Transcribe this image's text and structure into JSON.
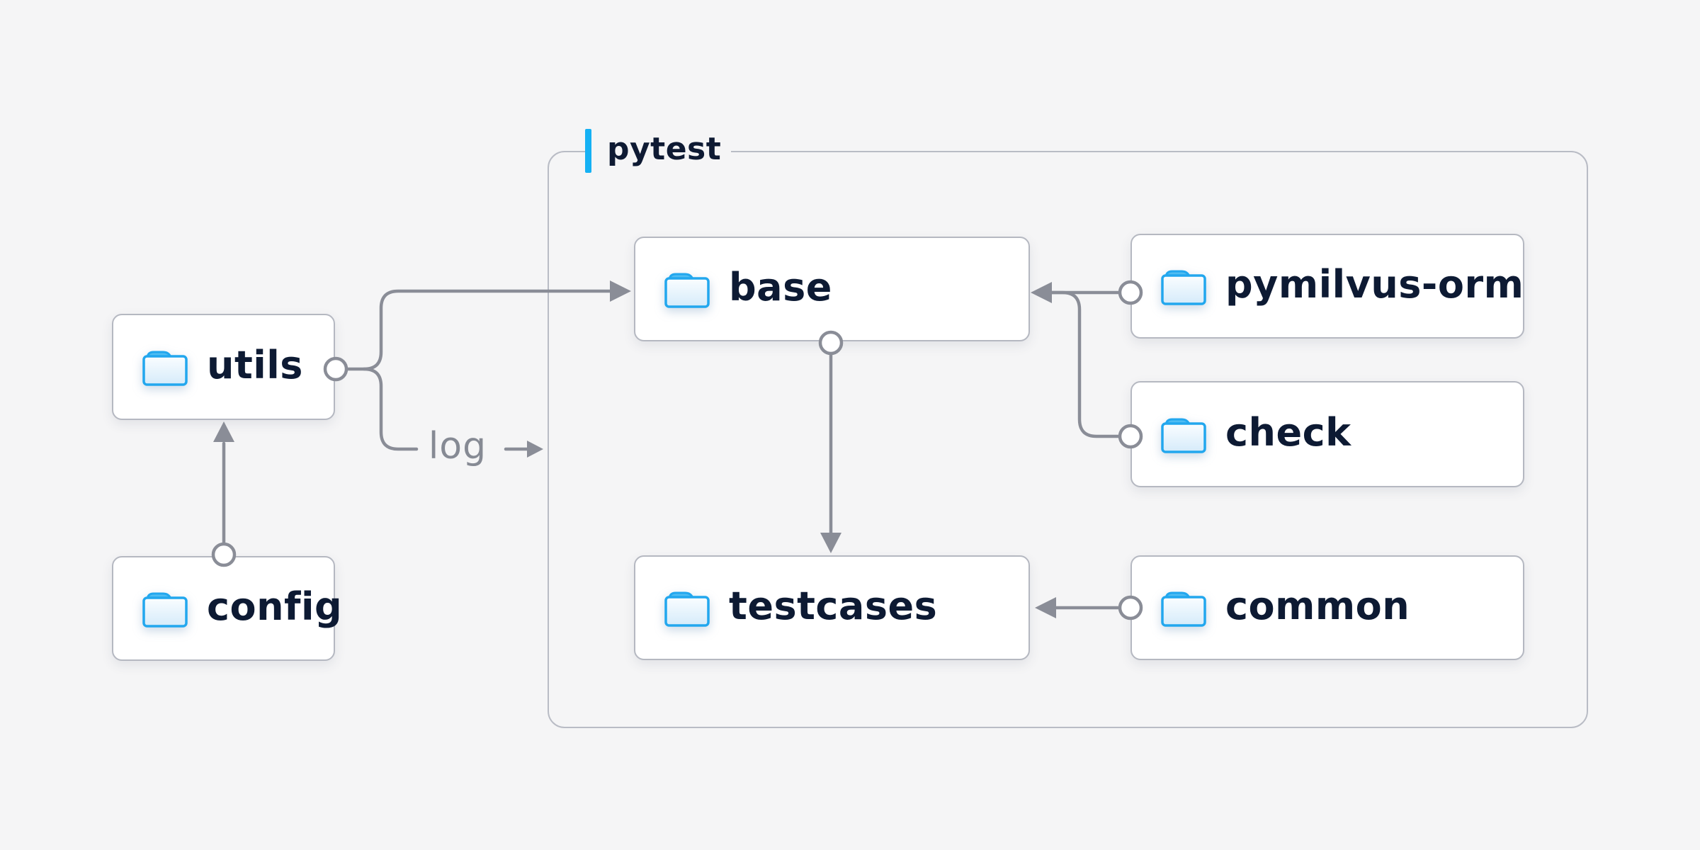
{
  "diagram": {
    "container": {
      "label": "pytest"
    },
    "nodes": [
      {
        "id": "utils",
        "label": "utils",
        "icon": "folder-icon"
      },
      {
        "id": "config",
        "label": "config",
        "icon": "folder-icon"
      },
      {
        "id": "base",
        "label": "base",
        "icon": "folder-icon"
      },
      {
        "id": "testcases",
        "label": "testcases",
        "icon": "folder-icon"
      },
      {
        "id": "pymilvus-orm",
        "label": "pymilvus-orm",
        "icon": "folder-icon"
      },
      {
        "id": "check",
        "label": "check",
        "icon": "folder-icon"
      },
      {
        "id": "common",
        "label": "common",
        "icon": "folder-icon"
      }
    ],
    "edges": [
      {
        "from": "config",
        "to": "utils",
        "label": ""
      },
      {
        "from": "utils",
        "to": "base",
        "label": ""
      },
      {
        "from": "utils",
        "to": "pytest-container",
        "label": "log"
      },
      {
        "from": "pymilvus-orm",
        "to": "base",
        "label": ""
      },
      {
        "from": "check",
        "to": "base",
        "label": ""
      },
      {
        "from": "base",
        "to": "testcases",
        "label": ""
      },
      {
        "from": "common",
        "to": "testcases",
        "label": ""
      }
    ],
    "colors": {
      "background": "#f5f5f6",
      "node_background": "#ffffff",
      "node_border": "#b5b8c1",
      "container_border": "#b9bcc5",
      "line_gray": "#8a8d97",
      "label_text": "#0d1a33",
      "edge_label_gray": "#868a94",
      "accent_blue": "#15b1f4",
      "folder_stroke": "#22a7ee",
      "folder_tab": "#4fbcf2"
    }
  }
}
